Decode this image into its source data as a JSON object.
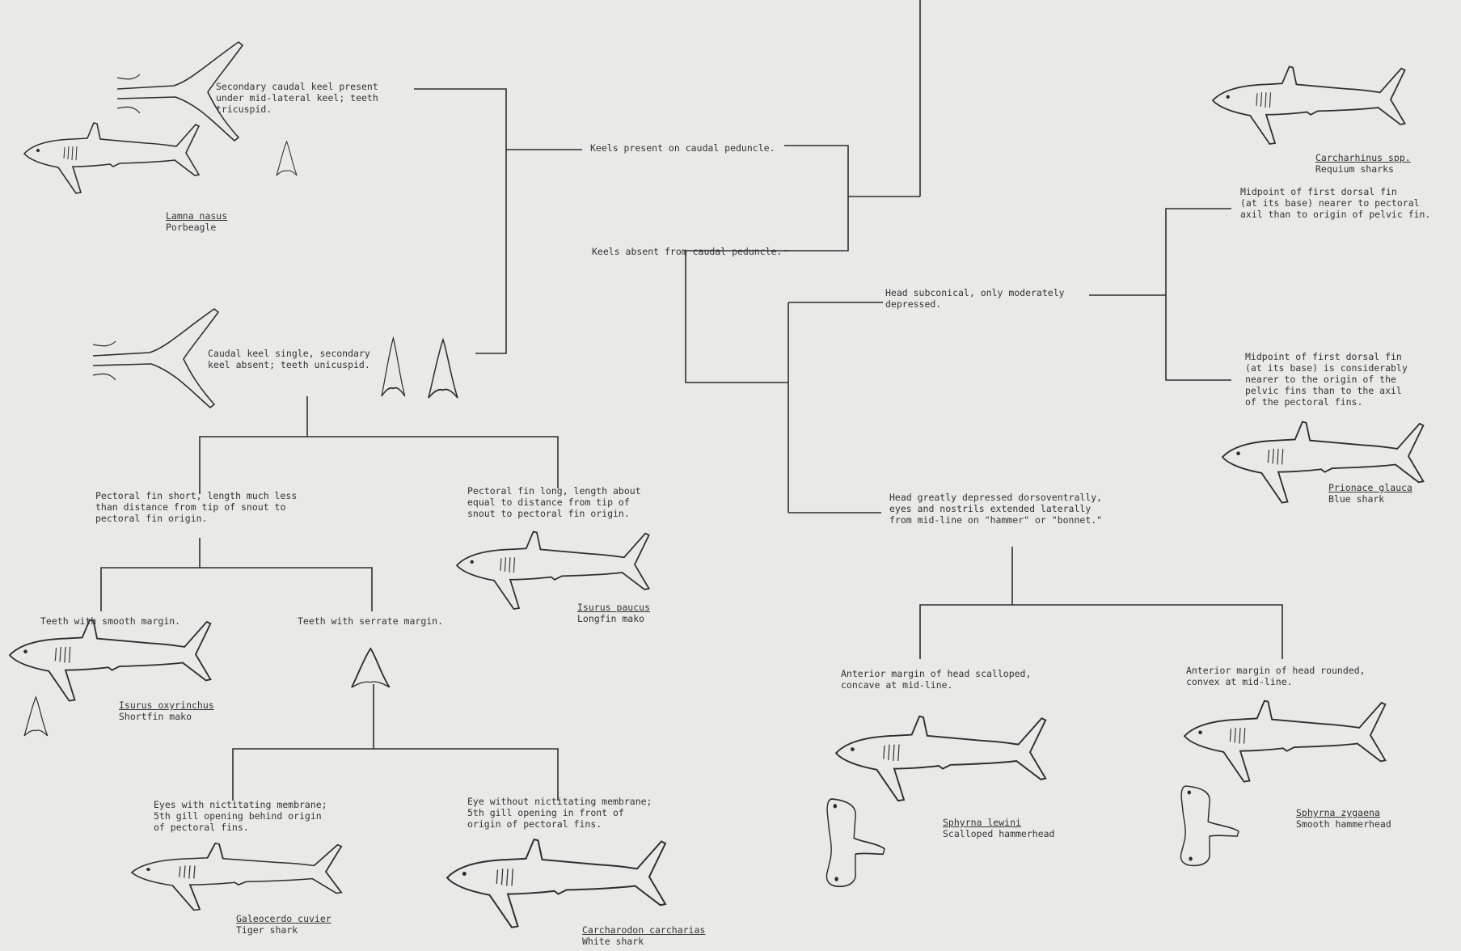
{
  "couplets": {
    "secondary_keel": "Secondary caudal keel present\nunder mid-lateral keel; teeth\ntricuspid.",
    "keel_single": "Caudal keel single, secondary\nkeel absent; teeth unicuspid.",
    "keels_present": "Keels present on caudal peduncle.",
    "keels_absent": "Keels absent from caudal peduncle.",
    "pectoral_short": "Pectoral fin short, length much less\nthan distance from tip of snout to\npectoral fin origin.",
    "pectoral_long": "Pectoral fin long, length about\nequal to distance from tip of\nsnout to pectoral fin origin.",
    "teeth_smooth": "Teeth with smooth margin.",
    "teeth_serrate": "Teeth with serrate margin.",
    "eyes_nictitating": "Eyes with nictitating membrane;\n5th gill opening behind origin\nof pectoral fins.",
    "eye_no_nictitating": "Eye without nictitating membrane;\n5th gill opening in front of\norigin of pectoral fins.",
    "head_subconical": "Head subconical, only moderately\ndepressed.",
    "head_depressed": "Head greatly depressed dorsoventrally,\neyes and nostrils extended laterally\nfrom mid-line on \"hammer\" or \"bonnet.\"",
    "dorsal_near_pectoral": "Midpoint of first dorsal fin\n(at its base)  nearer to pectoral\naxil than to origin of pelvic fin.",
    "dorsal_near_pelvic": "Midpoint of first dorsal fin\n(at its base) is considerably\nnearer to the origin of the\npelvic fins than to the axil\nof the pectoral fins.",
    "head_scalloped": "Anterior margin of head scalloped,\nconcave at mid-line.",
    "head_rounded": "Anterior margin of head rounded,\nconvex at mid-line."
  },
  "species": {
    "porbeagle": {
      "scientific": "Lamna nasus",
      "common": "Porbeagle"
    },
    "longfin_mako": {
      "scientific": "Isurus paucus",
      "common": "Longfin mako"
    },
    "shortfin_mako": {
      "scientific": "Isurus oxyrinchus",
      "common": "Shortfin mako"
    },
    "tiger": {
      "scientific": "Galeocerdo cuvier",
      "common": "Tiger shark"
    },
    "white": {
      "scientific": "Carcharodon carcharias",
      "common": "White shark"
    },
    "requiem": {
      "scientific": "Carcharhinus spp.",
      "common": "Requium sharks"
    },
    "blue": {
      "scientific": "Prionace glauca",
      "common": "Blue shark"
    },
    "scalloped_hammerhead": {
      "scientific": "Sphyrna lewini",
      "common": "Scalloped hammerhead"
    },
    "smooth_hammerhead": {
      "scientific": "Sphyrna zygaena",
      "common": "Smooth hammerhead"
    }
  },
  "colors": {
    "background": "#e9eae7",
    "ink": "#2e2e2e"
  }
}
